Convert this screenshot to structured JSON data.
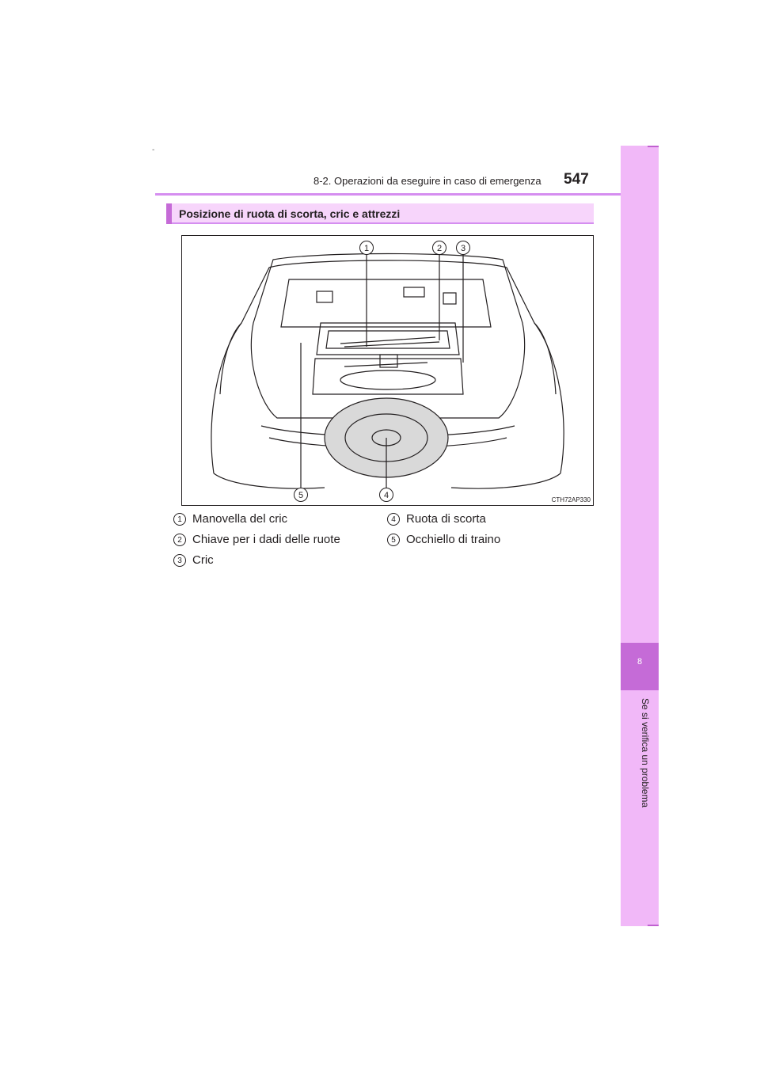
{
  "header": {
    "dash": "-",
    "section_path": "8-2. Operazioni da eseguire in caso di emergenza",
    "page_number": "547"
  },
  "side_tab": {
    "chapter_number": "8",
    "chapter_title": "Se si verifica un problema"
  },
  "section": {
    "title": "Posizione di ruota di scorta, cric e attrezzi"
  },
  "figure": {
    "code": "CTH72AP330",
    "callouts": [
      "1",
      "2",
      "3",
      "4",
      "5"
    ]
  },
  "legend": [
    {
      "num": "1",
      "label": "Manovella del cric"
    },
    {
      "num": "2",
      "label": "Chiave per i dadi delle ruote"
    },
    {
      "num": "3",
      "label": "Cric"
    },
    {
      "num": "4",
      "label": "Ruota di scorta"
    },
    {
      "num": "5",
      "label": "Occhiello di traino"
    }
  ],
  "colors": {
    "accent": "#c56bd7",
    "tab": "#f1b8f8",
    "bar": "#f7d5fb"
  }
}
